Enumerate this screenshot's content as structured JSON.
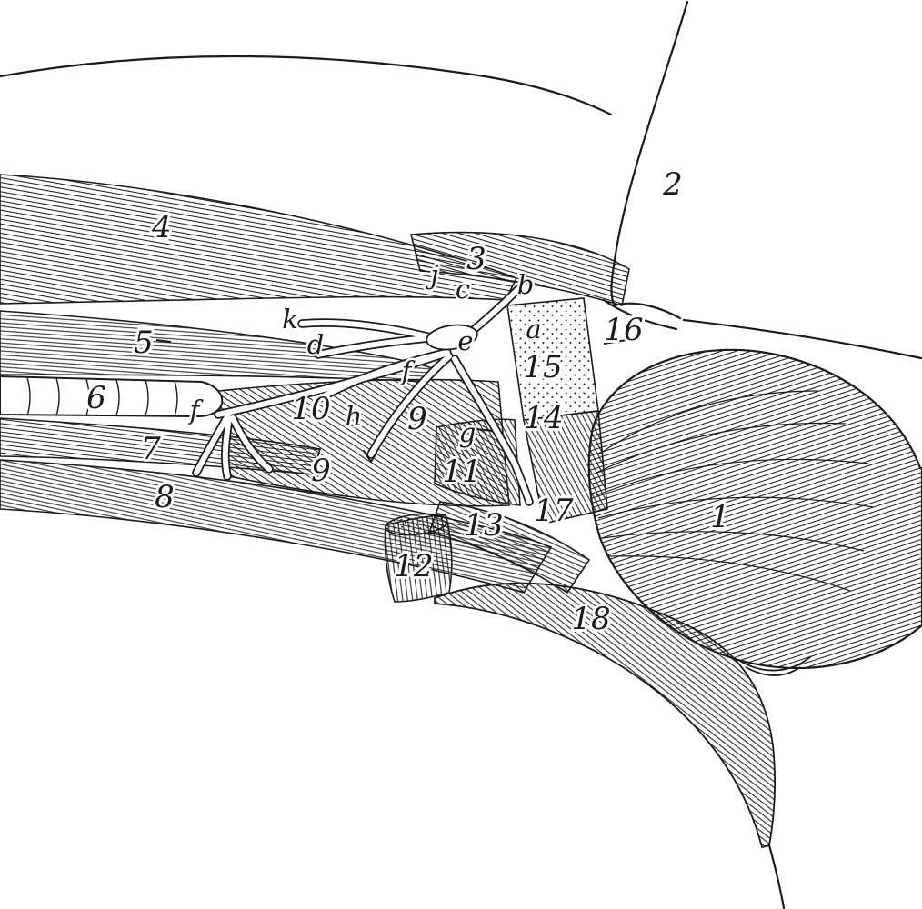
{
  "figure": {
    "kind": "anatomical-dissection-engraving",
    "ink_color": "#1b1b1b",
    "paper_color": "#ffffff",
    "labels": {
      "numbers": [
        "1",
        "2",
        "3",
        "4",
        "5",
        "6",
        "7",
        "8",
        "9",
        "9",
        "10",
        "11",
        "12",
        "13",
        "14",
        "15",
        "16",
        "17",
        "18"
      ],
      "letters": [
        "a",
        "b",
        "c",
        "d",
        "e",
        "f",
        "f",
        "g",
        "h",
        "j",
        "k"
      ]
    }
  }
}
